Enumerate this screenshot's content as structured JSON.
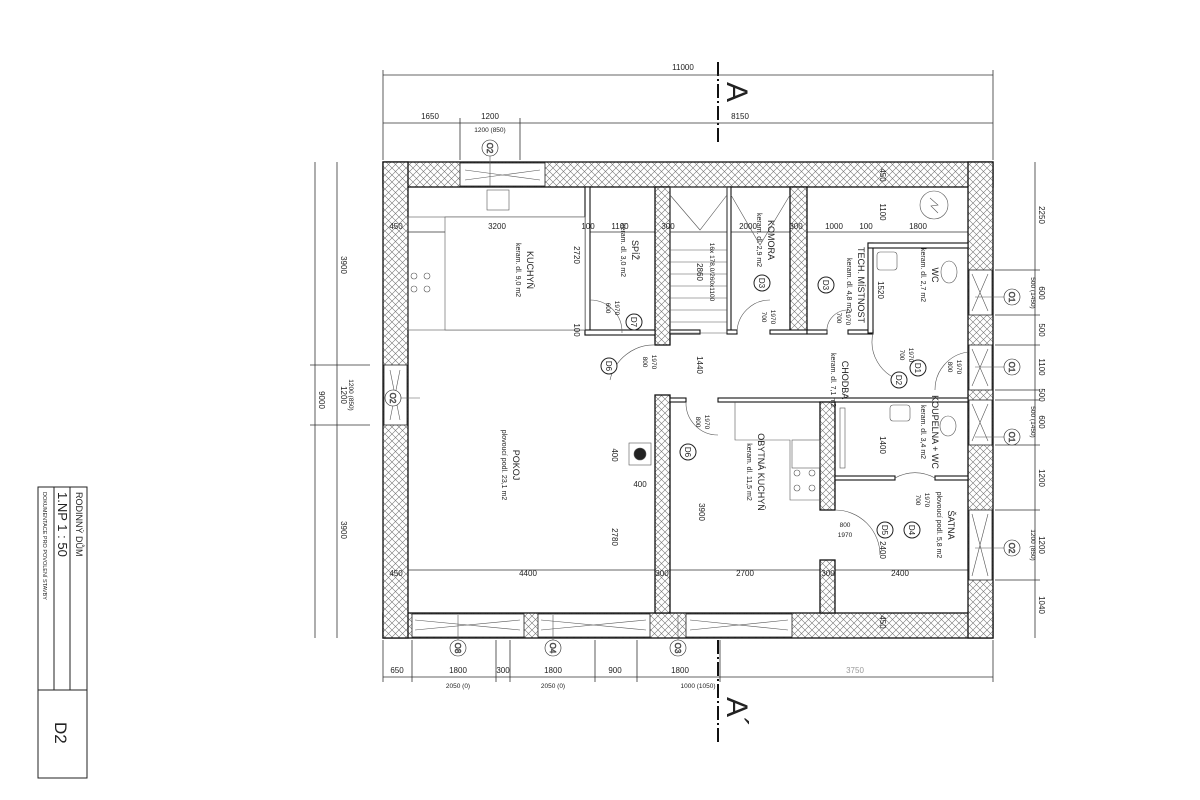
{
  "title_block": {
    "project": "RODINNÝ DŮM",
    "floor_scale": "1.NP  1 : 50",
    "phase": "DOKUMENTACE PRO POVOLENÍ STAVBY",
    "sheet": "D2"
  },
  "section_marks": {
    "top": "A",
    "bottom": "A´"
  },
  "dimensions": {
    "top": {
      "overall": "11000",
      "segments": [
        "1650",
        "1200",
        "8150"
      ],
      "opening": "1200 (850)"
    },
    "bottom": {
      "segments": [
        "650",
        "1800",
        "300",
        "1800",
        "900",
        "1800",
        "3750"
      ],
      "openings": [
        "2050 (0)",
        "2050 (0)",
        "1000 (1050)"
      ]
    },
    "left": {
      "overall": "9000",
      "segments": [
        "3900",
        "1200",
        "3900"
      ],
      "opening": "1200 (850)"
    },
    "right": {
      "segments": [
        "2250",
        "600",
        "500",
        "1100",
        "500",
        "600",
        "1200",
        "1200",
        "1040"
      ],
      "openings": [
        "500 (1450)",
        "500 (1450)",
        "1200 (850)"
      ]
    },
    "interior": [
      "450",
      "3200",
      "100",
      "1100",
      "300",
      "2000",
      "300",
      "1000",
      "100",
      "1800",
      "1100",
      "450",
      "2720",
      "100",
      "2860",
      "1440",
      "1520",
      "3900",
      "2780",
      "400",
      "400",
      "450",
      "4400",
      "300",
      "2700",
      "300",
      "2400",
      "1400",
      "2400",
      "450"
    ]
  },
  "stair_label": "16x 178,0/260x1100",
  "rooms": [
    {
      "name": "KUCHYŇ",
      "floor": "keram. dl. 9,0 m2"
    },
    {
      "name": "SPÍŽ",
      "floor": "keram. dl. 3,0 m2"
    },
    {
      "name": "KOMORA",
      "floor": "keram. dl. 2,9 m2"
    },
    {
      "name": "TECH. MÍSTNOST",
      "floor": "keram. dl. 4,8 m2"
    },
    {
      "name": "WC",
      "floor": "keram. dl. 2,7 m2"
    },
    {
      "name": "CHODBA",
      "floor": "keram. dl. 7,1 m2"
    },
    {
      "name": "POKOJ",
      "floor": "plovoucí podl. 23,1 m2"
    },
    {
      "name": "OBYTNÁ KUCHYŇ",
      "floor": "keram. dl. 11,5 m2"
    },
    {
      "name": "KOUPELNA + WC",
      "floor": "keram. dl. 3,4 m2"
    },
    {
      "name": "ŠATNA",
      "floor": "plovoucí podl. 5,8 m2"
    }
  ],
  "doors": [
    {
      "tag": "D7",
      "width": "600",
      "height": "1970"
    },
    {
      "tag": "D6",
      "width": "800",
      "height": "1970"
    },
    {
      "tag": "D3",
      "width": "700",
      "height": "1970"
    },
    {
      "tag": "D3",
      "width": "700",
      "height": "1970"
    },
    {
      "tag": "D1",
      "width": "800",
      "height": "1970"
    },
    {
      "tag": "D2",
      "width": "700",
      "height": "1970"
    },
    {
      "tag": "D6",
      "width": "800",
      "height": "1970"
    },
    {
      "tag": "D5",
      "width": "800",
      "height": "1970"
    },
    {
      "tag": "D4",
      "width": "700",
      "height": "1970"
    }
  ],
  "windows": [
    "O2",
    "O2",
    "O8",
    "O4",
    "O3",
    "O1",
    "O1",
    "O1",
    "O2"
  ]
}
